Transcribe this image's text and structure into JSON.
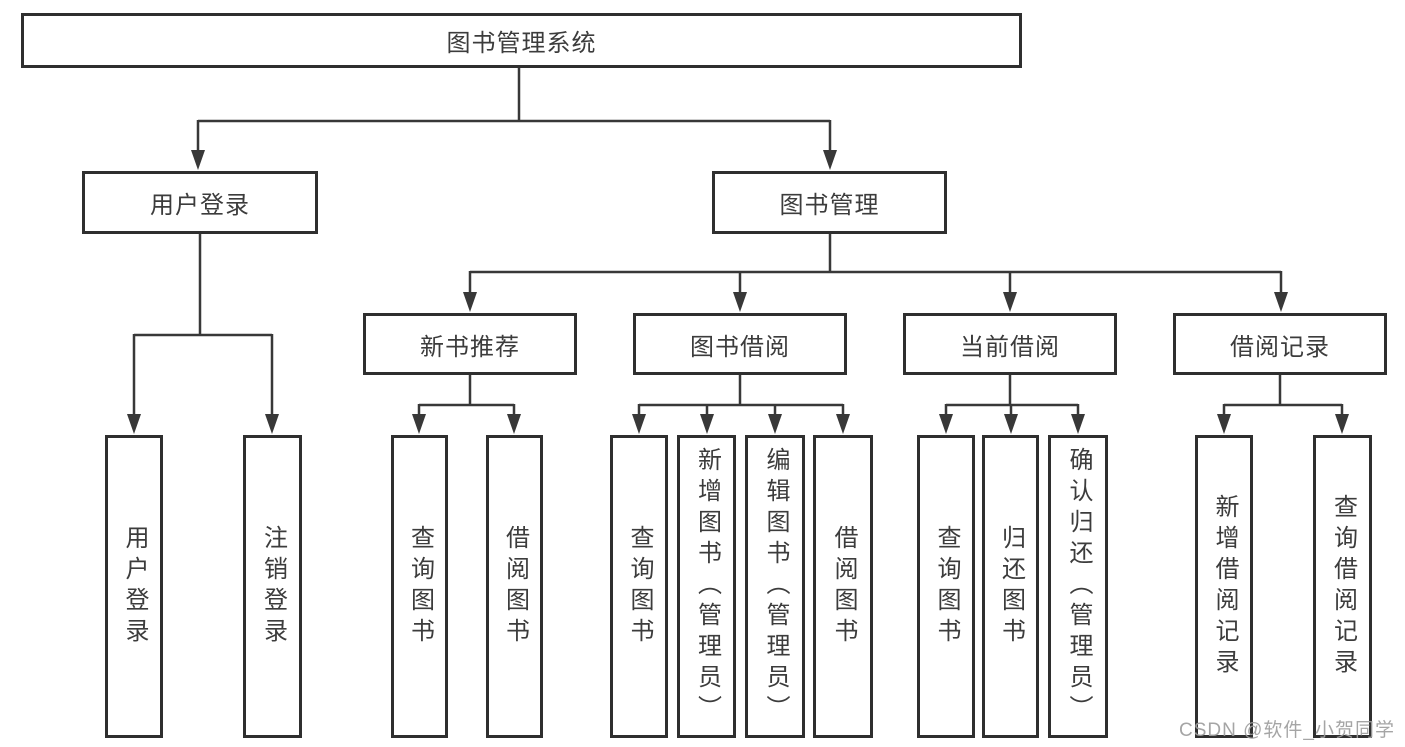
{
  "colors": {
    "background": "#ffffff",
    "box_border": "#2f2f2f",
    "text": "#3c3c3c",
    "connector": "#383838",
    "watermark": "#9e9e9e"
  },
  "watermark": {
    "text": "CSDN @软件_小贺同学"
  },
  "tree": {
    "root": {
      "label": "图书管理系统"
    },
    "user_login": {
      "label": "用户登录",
      "children": [
        {
          "label": "用户登录"
        },
        {
          "label": "注销登录"
        }
      ]
    },
    "book_management": {
      "label": "图书管理",
      "new_book_recommend": {
        "label": "新书推荐",
        "children": [
          {
            "label": "查询图书"
          },
          {
            "label": "借阅图书"
          }
        ]
      },
      "book_borrow": {
        "label": "图书借阅",
        "children": [
          {
            "label": "查询图书"
          },
          {
            "label": "新增图书（管理员）"
          },
          {
            "label": "编辑图书（管理员）"
          },
          {
            "label": "借阅图书"
          }
        ]
      },
      "current_borrow": {
        "label": "当前借阅",
        "children": [
          {
            "label": "查询图书"
          },
          {
            "label": "归还图书"
          },
          {
            "label": "确认归还（管理员）"
          }
        ]
      },
      "borrow_records": {
        "label": "借阅记录",
        "children": [
          {
            "label": "新增借阅记录"
          },
          {
            "label": "查询借阅记录"
          }
        ]
      }
    }
  }
}
